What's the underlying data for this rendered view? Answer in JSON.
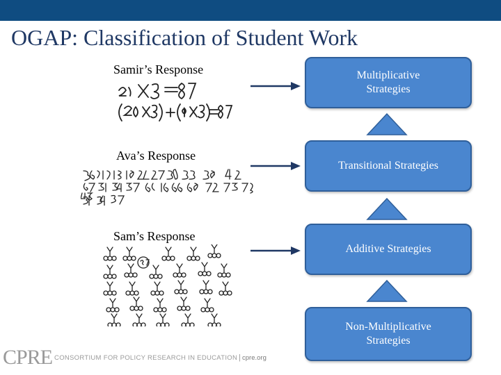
{
  "title": "OGAP: Classification of Student Work",
  "responses": [
    {
      "label": "Samir’s Response"
    },
    {
      "label": "Ava’s Response"
    },
    {
      "label": "Sam’s Response"
    }
  ],
  "strategies": [
    {
      "label": "Multiplicative Strategies"
    },
    {
      "label": "Transitional Strategies"
    },
    {
      "label": "Additive Strategies"
    },
    {
      "label": "Non-Multiplicative Strategies"
    }
  ],
  "colors": {
    "topbar": "#0f4c81",
    "box": "#4a86cf",
    "arrow": "#1f3864"
  },
  "logo": {
    "mark": "CPRE",
    "org": "CONSORTIUM FOR POLICY RESEARCH IN EDUCATION",
    "separator": "|",
    "url": "cpre.org"
  }
}
